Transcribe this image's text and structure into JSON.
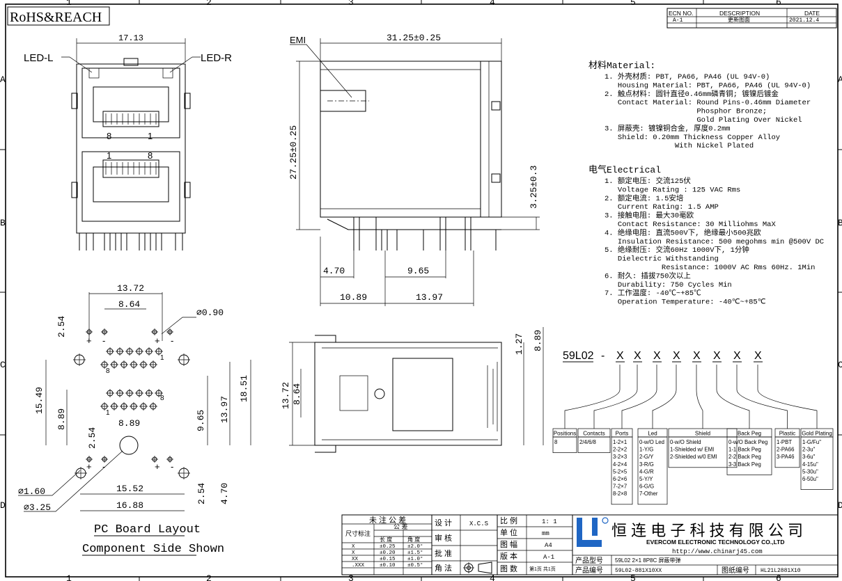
{
  "frame": {
    "cols": [
      "1",
      "2",
      "3",
      "4",
      "5",
      "6"
    ],
    "rows": [
      "A",
      "B",
      "C",
      "D"
    ]
  },
  "compliance": "RoHS&REACH",
  "ecn": {
    "headers": [
      "ECN NO.",
      "DESCRIPTION",
      "DATE"
    ],
    "row": [
      "A-1",
      "更新图面",
      "2021.12.4"
    ]
  },
  "front_view": {
    "width_dim": "17.13",
    "led_left": "LED-L",
    "led_right": "LED-R",
    "top_pins": [
      "8",
      "1"
    ],
    "bottom_pins": [
      "1",
      "8"
    ]
  },
  "side_view": {
    "emi": "EMI",
    "length_dim": "31.25±0.25",
    "height_dim": "27.25±0.25",
    "tail_dim": "3.25±0.3",
    "dim_470": "4.70",
    "dim_965": "9.65",
    "dim_1089": "10.89",
    "dim_1397": "13.97"
  },
  "bottom_view": {
    "dim_1372": "13.72",
    "dim_864": "8.64",
    "dim_127": "1.27",
    "dim_889": "8.89"
  },
  "pcb": {
    "dim_1372": "13.72",
    "dim_864": "8.64",
    "dim_254_top": "2.54",
    "hole_090": "∅0.90",
    "dim_1549": "15.49",
    "dim_889_v": "8.89",
    "dim_889_h": "8.89",
    "dim_965": "9.65",
    "dim_1397": "13.97",
    "dim_1851": "18.51",
    "dim_254_mid": "2.54",
    "dim_1552": "15.52",
    "dim_1688": "16.88",
    "dim_254_bot": "2.54",
    "dim_470": "4.70",
    "hole_160": "∅1.60",
    "hole_325": "∅3.25",
    "plus": "+",
    "minus": "-",
    "pin1": "1",
    "pin8": "8",
    "caption1": "PC Board Layout",
    "caption2": "Component Side Shown"
  },
  "specs": {
    "material_title": "材料Material:",
    "material": [
      "1. 外壳材质: PBT, PA66, PA46 (UL 94V-0)",
      "   Housing Material: PBT, PA66, PA46 (UL 94V-0)",
      "2. 触点材料: 圆针直径0.46mm磷青铜; 镀镍后镀金",
      "   Contact Material: Round Pins-0.46mm Diameter",
      "                     Phosphor Bronze;",
      "                     Gold Plating Over Nickel",
      "3. 屏蔽壳: 镀镍铜合金, 厚度0.2mm",
      "   Shield: 0.20mm Thickness Copper Alloy",
      "                With Nickel Plated"
    ],
    "electrical_title": "电气Electrical",
    "electrical": [
      "1. 额定电压: 交流125伏",
      "   Voltage Rating : 125 VAC Rms",
      "2. 额定电流: 1.5安培",
      "   Current Rating: 1.5 AMP",
      "3. 接触电阻: 最大30毫欧",
      "   Contact Resistance: 30 Milliohms MaX",
      "4. 绝缘电阻: 直流500V下, 绝缘最小500兆欧",
      "   Insulation Resistance: 500 megohms min @500V DC",
      "5. 绝缘耐压: 交流60Hz 1000V下, 1分钟",
      "   Dielectric Withstanding",
      "             Resistance: 1000V AC Rms 60Hz. 1Min",
      "6. 耐久: 插拔750次以上",
      "   Durability: 750 Cycles Min",
      "7. 工作温度: -40℃~+85℃",
      "   Operation Temperature: -40℃~+85℃"
    ]
  },
  "part_code": {
    "prefix": "59L02",
    "dash": "-",
    "x": "X",
    "boxes": [
      {
        "title": "Positions",
        "lines": [
          "8"
        ]
      },
      {
        "title": "Contacts",
        "lines": [
          "2/4/6/8"
        ]
      },
      {
        "title": "Ports",
        "lines": [
          "1-2×1",
          "2-2×2",
          "3-2×3",
          "4-2×4",
          "5-2×5",
          "6-2×6",
          "7-2×7",
          "8-2×8"
        ]
      },
      {
        "title": "Led",
        "lines": [
          "0-w/O Led",
          "1-Y/G",
          "2-G/Y",
          "3-R/G",
          "4-G/R",
          "5-Y/Y",
          "6-G/G",
          "7-Other"
        ]
      },
      {
        "title": "Shield",
        "lines": [
          "0-w/O Shield",
          "1-Shielded w/ EMI",
          "2-Shielded w/0 EMI"
        ]
      },
      {
        "title": "Back Peg",
        "lines": [
          "0-w/O Back Peg",
          "1-1 Back Peg",
          "2-2 Back Peg",
          "3-3 Back Peg"
        ]
      },
      {
        "title": "Plastic",
        "lines": [
          "1-PBT",
          "2-PA66",
          "3-PA46"
        ]
      },
      {
        "title": "Gold Plating",
        "lines": [
          "1-G/Fu\"",
          "2-3u\"",
          "3-6u\"",
          "4-15u\"",
          "5-30u\"",
          "6-50u\""
        ]
      }
    ]
  },
  "title_block": {
    "tol_title": "未 注 公 差",
    "tol_size": "尺寸标注",
    "tol_headers": [
      "公 差"
    ],
    "tol_sub": [
      "长 度",
      "角 度"
    ],
    "tol_rows": [
      [
        "X",
        "±0.25",
        "±2.0°"
      ],
      [
        "X",
        "±0.20",
        "±1.5°"
      ],
      [
        "XX",
        "±0.15",
        "±1.0°"
      ],
      [
        ".XXX",
        "±0.10",
        "±0.5°"
      ]
    ],
    "design": "设 计",
    "design_val": "X.C.S",
    "review": "审 核",
    "approve": "批 准",
    "angle": "角 法",
    "scale": "比 例",
    "scale_val": "1: 1",
    "unit": "单 位",
    "unit_val": "mm",
    "size": "图 幅",
    "size_val": "A4",
    "version": "版 本",
    "version_val": "A-1",
    "count": "图 数",
    "count_val": "第1页 共1页",
    "company_cn": "恒 连 电 子 科 技 有 限 公 司",
    "company_en": "EVERCOM ELECTRONIC TECHNOLOGY CO.,LTD",
    "website": "http://www.chinarj45.com",
    "model_label": "产品型号",
    "model_val": "59L02 2×1 8P8C 屏蔽带弹",
    "pn_label": "产品编号",
    "pn_val": "59L02-881X10XX",
    "dwg_label": "图纸编号",
    "dwg_val": "HL21L2881X10"
  }
}
